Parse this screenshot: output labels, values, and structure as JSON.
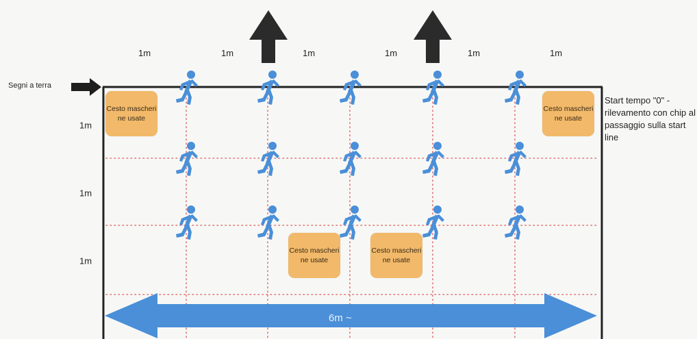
{
  "colors": {
    "runner": "#4a8fd8",
    "basket": "#f1b969",
    "grid_dots": "#e07070",
    "width_arrow": "#4a8fd8",
    "up_arrow": "#2b2b2b"
  },
  "top_dimensions": [
    "1m",
    "1m",
    "1m",
    "1m",
    "1m",
    "1m"
  ],
  "left_dimensions": [
    "1m",
    "1m",
    "1m"
  ],
  "ground_marks_label": "Segni a terra",
  "start_note": "Start tempo \"0\" - rilevamento con chip al passaggio sulla start line",
  "basket_label": "Cesto mascheri ne usate",
  "baskets": [
    {
      "label": "Cesto mascheri ne usate"
    },
    {
      "label": "Cesto mascheri ne usate"
    },
    {
      "label": "Cesto mascheri ne usate"
    },
    {
      "label": "Cesto mascheri ne usate"
    }
  ],
  "width_arrow_label": "6m ~",
  "runner_icon": "running-person-icon",
  "exit_arrow_icon": "arrow-up-icon"
}
